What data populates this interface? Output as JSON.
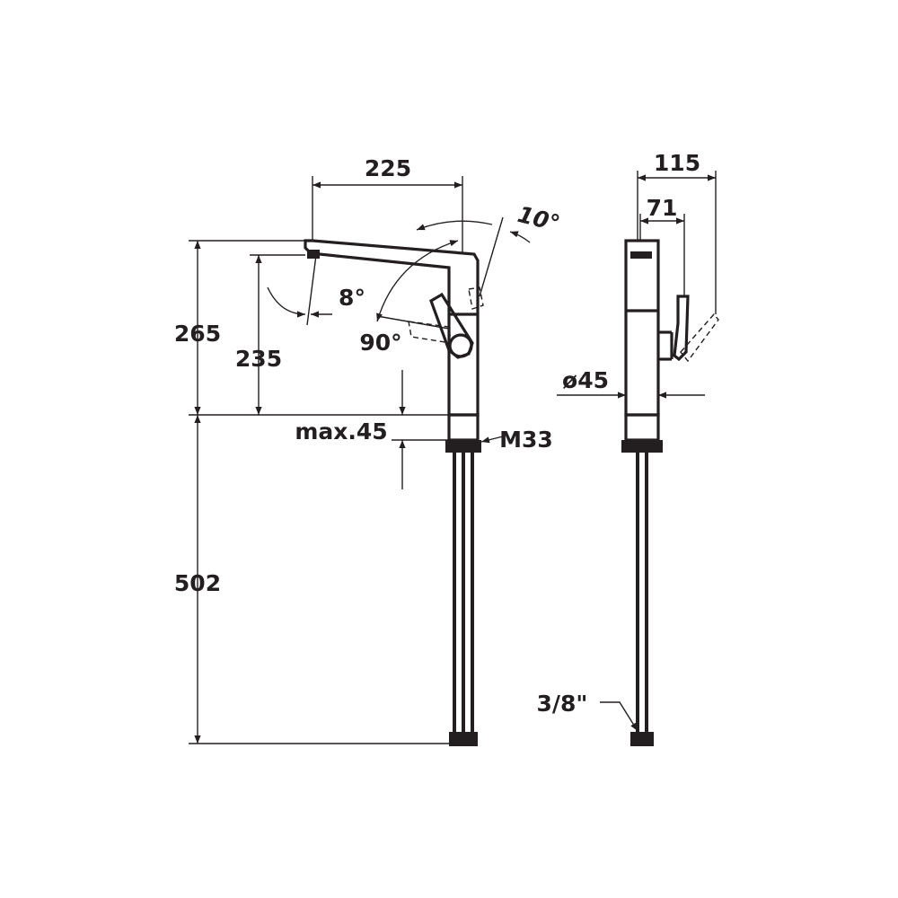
{
  "colors": {
    "ink": "#231f20",
    "background": "#ffffff"
  },
  "front_view": {
    "spout_reach": "225",
    "total_height": "265",
    "outlet_height": "235",
    "spout_angle": "8°",
    "lever_tilt": "10°",
    "lever_rotation": "90°",
    "max_deck_thickness": "max.45",
    "thread": "M33",
    "hose_length": "502"
  },
  "side_view": {
    "overall_depth": "115",
    "lever_depth": "71",
    "body_diameter": "ø45",
    "hose_connection": "3/8\""
  }
}
